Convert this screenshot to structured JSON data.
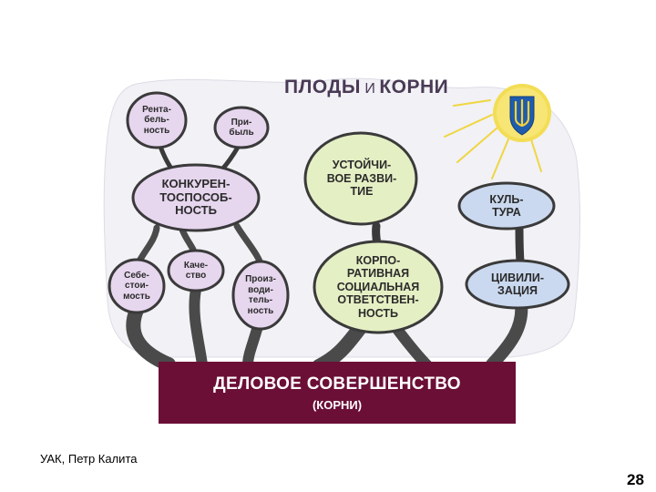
{
  "title": {
    "part1": "ПЛОДЫ",
    "part2": "И",
    "part3": "КОРНИ"
  },
  "nodes": {
    "rentabelnost": "Рента-\nбель-\nность",
    "pribyl": "При-\nбыль",
    "konkurentosposobnost": "КОНКУРЕН-\nТОСПОСОБ-\nНОСТЬ",
    "sebestoimost": "Себе-\nстои-\nмость",
    "kachestvo": "Каче-\nство",
    "proizvoditelnost": "Произ-\nводи-\nтель-\nность",
    "ustoychivoe": "УСТОЙЧИ-\nВОЕ РАЗВИ-\nТИЕ",
    "korporativnaya": "КОРПО-\nРАТИВНАЯ\nСОЦИАЛЬНАЯ\nОТВЕТСТВЕН-\nНОСТЬ",
    "kultura": "КУЛЬ-\nТУРА",
    "civilizaciya": "ЦИВИЛИ-\nЗАЦИЯ"
  },
  "roots": {
    "main": "ДЕЛОВОЕ СОВЕРШЕНСТВО",
    "sub": "(КОРНИ)"
  },
  "footer": {
    "author": "УАК, Петр  Калита",
    "page": "28"
  },
  "colors": {
    "lavender": "#e6d6ee",
    "green": "#e4efc4",
    "blue": "#cad9ef",
    "node_border": "#3a3a3a",
    "root_block": "#6b0f37",
    "sun": "#f3dd55",
    "background_blob": "#f1f1f6"
  },
  "icons": {
    "sun": "sun-with-trident-emblem-icon"
  }
}
